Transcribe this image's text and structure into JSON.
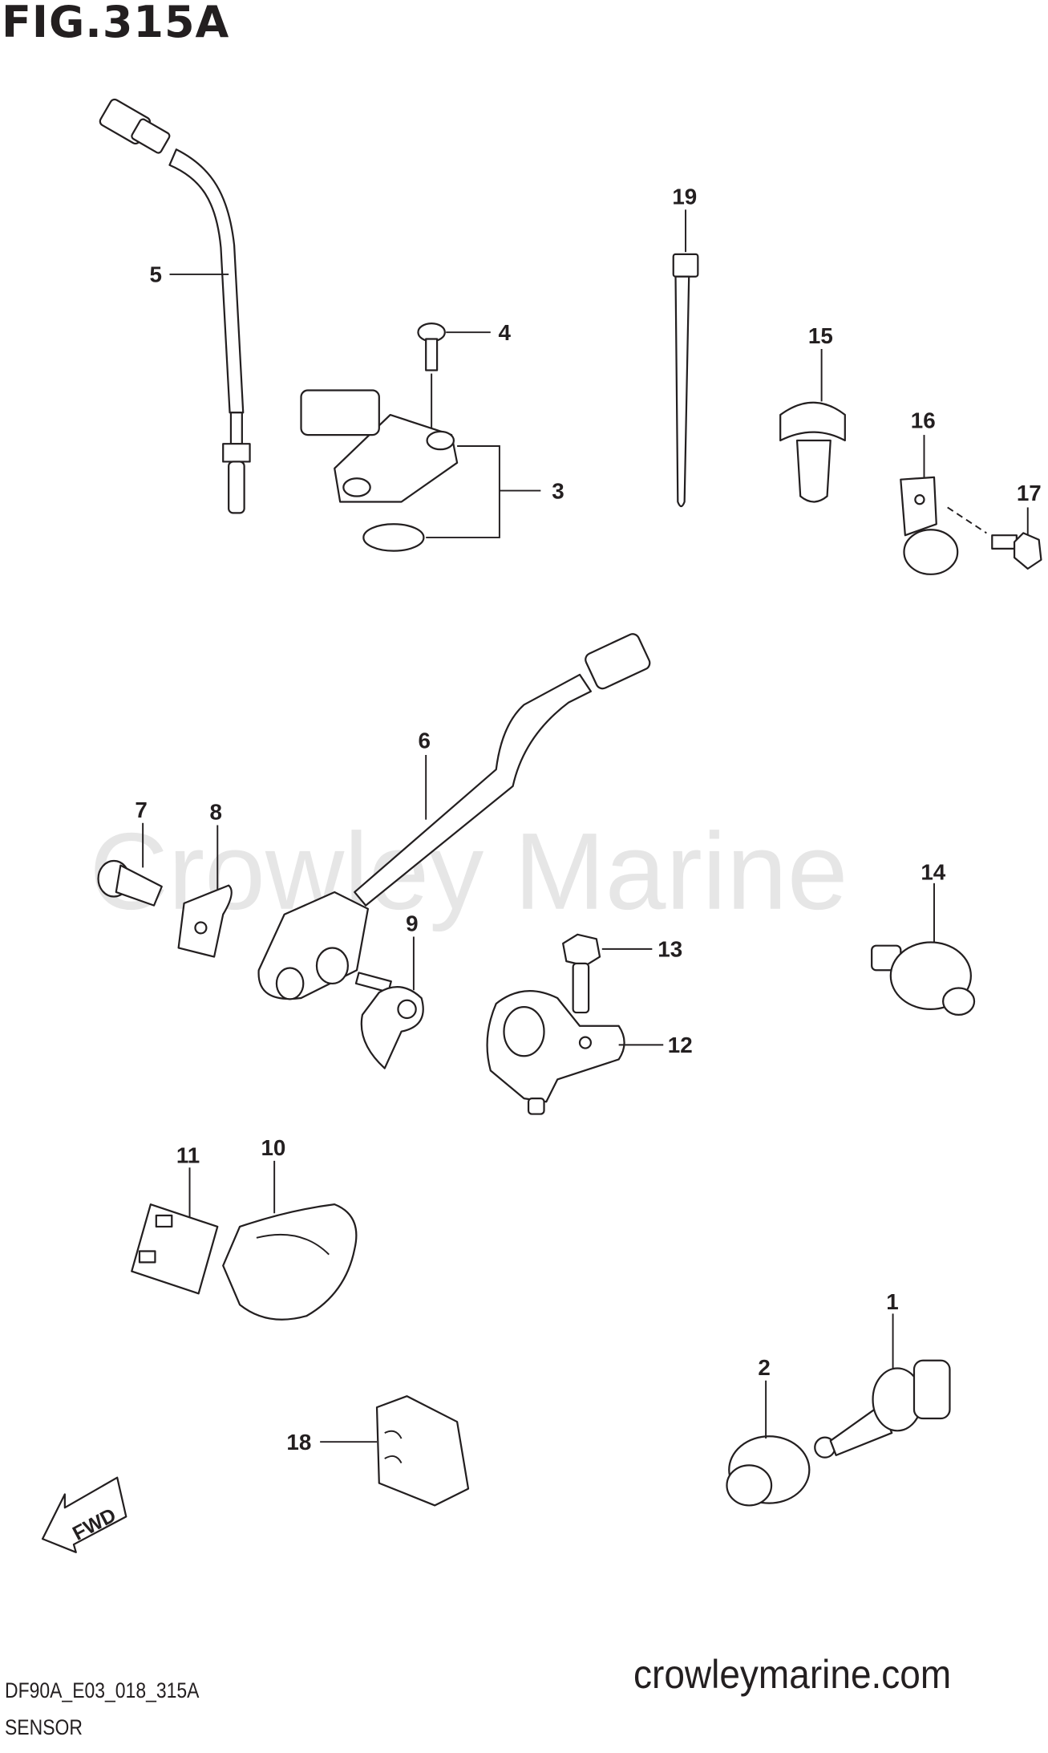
{
  "figure": {
    "title": "FIG.315A",
    "code": "DF90A_E03_018_315A",
    "caption": "SENSOR",
    "website": "crowleymarine.com",
    "watermark": "Crowley Marine",
    "fwd_label": "FWD"
  },
  "callouts": {
    "p1": "1",
    "p2": "2",
    "p3": "3",
    "p4": "4",
    "p5": "5",
    "p6": "6",
    "p7": "7",
    "p8": "8",
    "p9": "9",
    "p10": "10",
    "p11": "11",
    "p12": "12",
    "p13": "13",
    "p14": "14",
    "p15": "15",
    "p16": "16",
    "p17": "17",
    "p18": "18",
    "p19": "19"
  },
  "colors": {
    "ink": "#231f20",
    "watermark": "#e6e6e6"
  }
}
